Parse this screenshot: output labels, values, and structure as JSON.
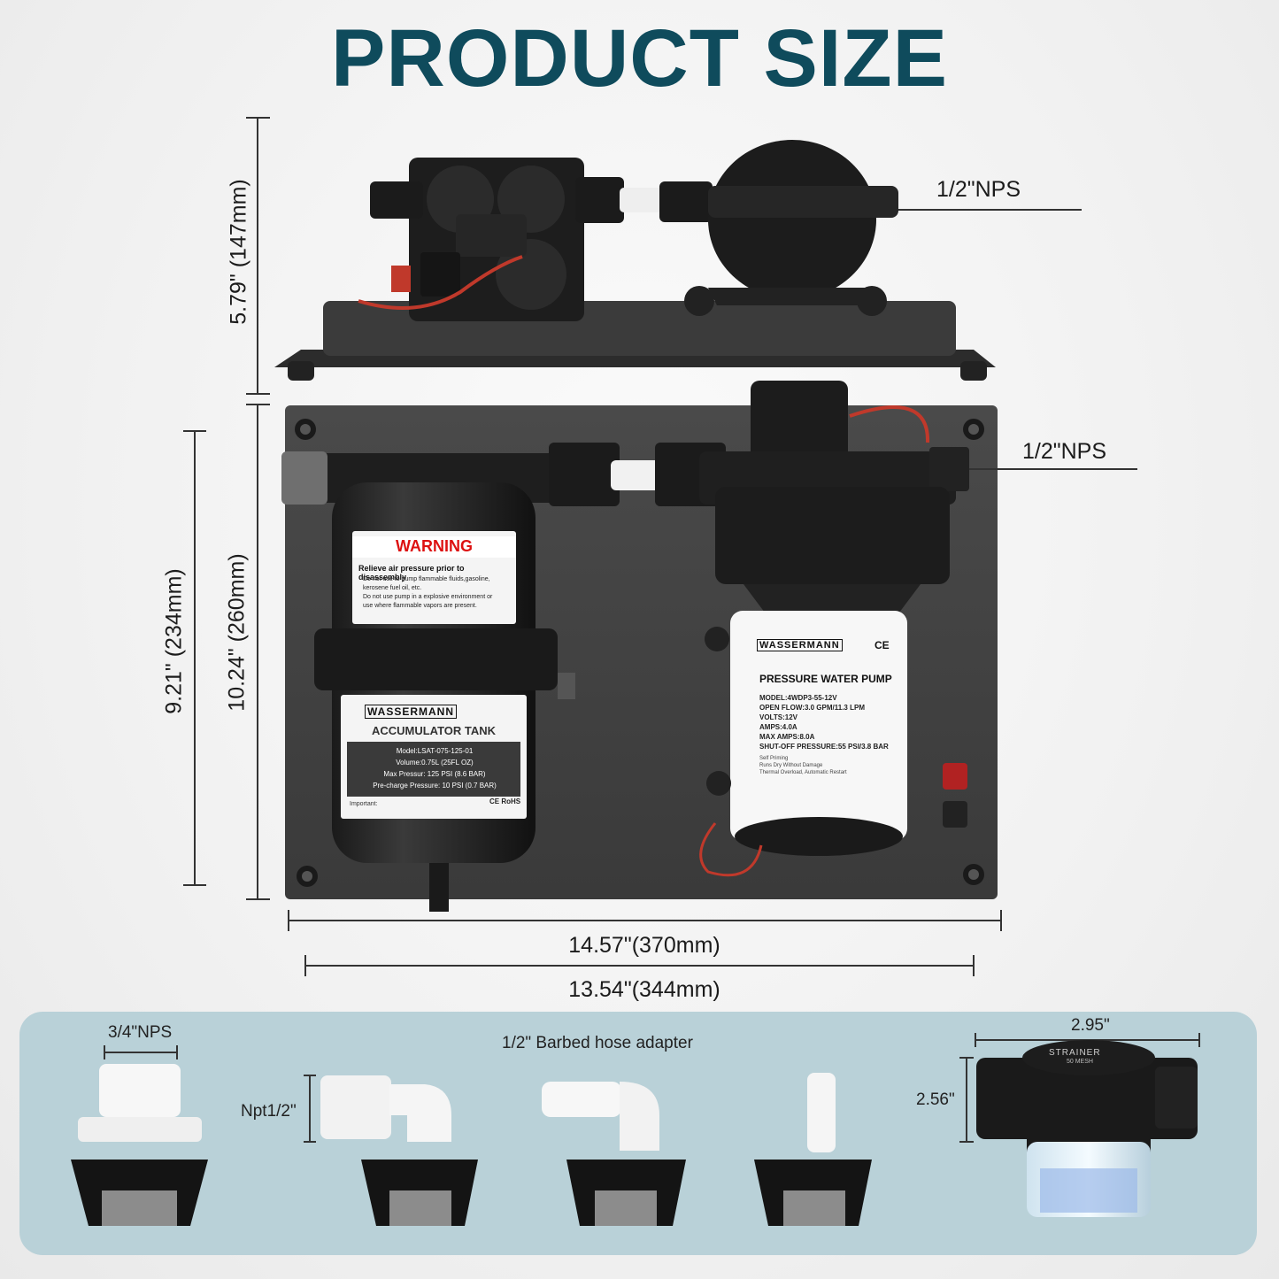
{
  "title": "PRODUCT SIZE",
  "dimensions": {
    "top_height": "5.79\" (147mm)",
    "board_inner_height": "9.21\" (234mm)",
    "board_outer_height": "10.24\" (260mm)",
    "outlet_top": "1/2\"NPS",
    "outlet_front": "1/2\"NPS",
    "width_outer": "14.57\"(370mm)",
    "width_inner": "13.54\"(344mm)"
  },
  "labels": {
    "warning": "WARNING",
    "warning_line": "Relieve air pressure prior to disassembly",
    "warning_notes": [
      "Do not use to pump flammable fluids,gasoline,",
      "kerosene fuel oil, etc.",
      "Do not use pump in a explosive environment or",
      "use where flammable vapors are present."
    ],
    "tank_brand": "WASSERMANN",
    "tank_title": "ACCUMULATOR TANK",
    "tank_specs": [
      "Model:LSAT-075-125-01",
      "Volume:0.75L (25FL OZ)",
      "Max Pressur: 125 PSI (8.6 BAR)",
      "Pre-charge Pressure: 10 PSI (0.7 BAR)"
    ],
    "tank_important": "Important:",
    "tank_cert": "CE RoHS",
    "pump_brand": "WASSERMANN",
    "pump_title": "PRESSURE WATER PUMP",
    "pump_specs": [
      "MODEL:4WDP3-55-12V",
      "OPEN FLOW:3.0 GPM/11.3 LPM",
      "VOLTS:12V",
      "AMPS:4.0A",
      "MAX AMPS:8.0A",
      "SHUT-OFF PRESSURE:55 PSI/3.8 BAR"
    ],
    "pump_features": [
      "Self Priming",
      "Runs Dry Without Damage",
      "Thermal Overload, Automatic Restart"
    ],
    "pump_cert": "CE"
  },
  "accessories": {
    "nps_3_4": "3/4\"NPS",
    "npt_1_2": "Npt1/2\"",
    "barbed_adapter": "1/2\" Barbed hose adapter",
    "strainer_width": "2.95\"",
    "strainer_height": "2.56\"",
    "strainer_label": "STRAINER",
    "strainer_mesh": "50 MESH"
  }
}
